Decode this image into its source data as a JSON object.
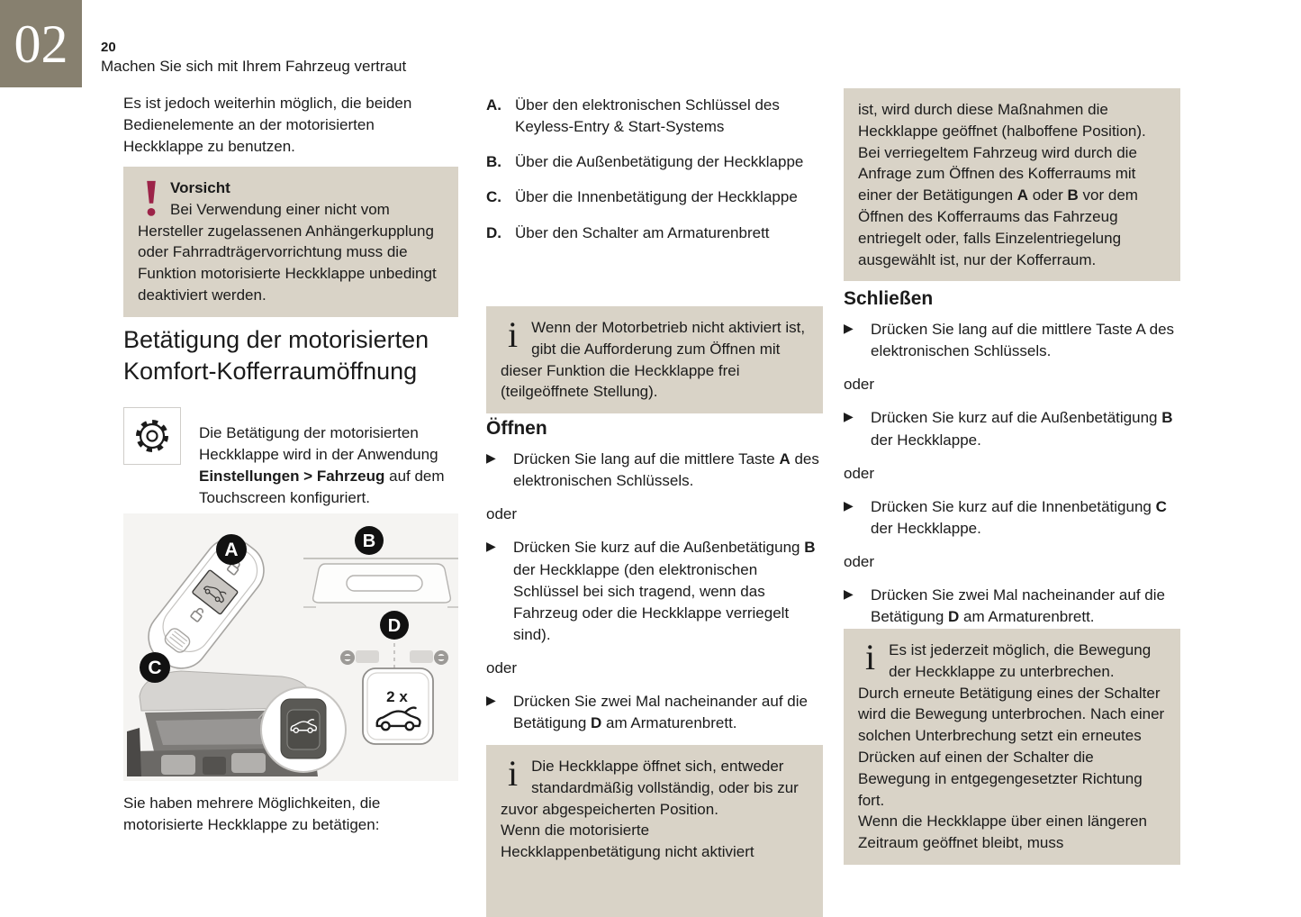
{
  "page": {
    "chapter": "02",
    "number": "20",
    "title": "Machen Sie sich mit Ihrem Fahrzeug vertraut"
  },
  "colors": {
    "chapter_bg": "#87806F",
    "box_bg": "#D9D3C7",
    "caution_icon": "#9C2348",
    "text": "#1B1B1B"
  },
  "col1": {
    "intro": "Es ist jedoch weiterhin möglich, die beiden Bedienelemente an der motorisierten Heckklappe zu benutzen.",
    "caution": {
      "title": "Vorsicht",
      "body": "Bei Verwendung einer nicht vom Hersteller zugelassenen Anhängerkupplung oder Fahrradträgervorrichtung muss die Funktion motorisierte Heckklappe unbedingt deaktiviert werden."
    },
    "section_title": "Betätigung der motorisierten Komfort-Kofferraumöffnung",
    "config": {
      "pre": "Die Betätigung der motorisierten Heckklappe wird in der Anwendung ",
      "bold": "Einstellungen > Fahrzeug",
      "post": " auf dem Touchscreen konfiguriert."
    },
    "figure": {
      "label_a": "A",
      "label_b": "B",
      "label_c": "C",
      "label_d": "D",
      "switch_label": "2 x"
    },
    "outro": "Sie haben mehrere Möglichkeiten, die motorisierte Heckklappe zu betätigen:"
  },
  "col2": {
    "options": [
      {
        "letter": "A.",
        "text": "Über den elektronischen Schlüssel des Keyless-Entry & Start-Systems"
      },
      {
        "letter": "B.",
        "text": "Über die Außenbetätigung der Heckklappe"
      },
      {
        "letter": "C.",
        "text": "Über die Innenbetätigung der Heckklappe"
      },
      {
        "letter": "D.",
        "text": "Über den Schalter am Armaturenbrett"
      }
    ],
    "info_partial_open": "Wenn der Motorbetrieb nicht aktiviert ist, gibt die Aufforderung zum Öffnen mit dieser Funktion die Heckklappe frei (teilgeöffnete Stellung).",
    "open_heading": "Öffnen",
    "or_label": "oder",
    "open_steps": [
      {
        "pre": "Drücken Sie lang auf die mittlere Taste ",
        "key": "A",
        "post": " des elektronischen Schlüssels."
      },
      {
        "pre": "Drücken Sie kurz auf die Außenbetätigung ",
        "key": "B",
        "post": " der Heckklappe (den elektronischen Schlüssel bei sich tragend, wenn das Fahrzeug oder die Heckklappe verriegelt sind)."
      },
      {
        "pre": "Drücken Sie zwei Mal nacheinander auf die Betätigung ",
        "key": "D",
        "post": " am Armaturenbrett."
      }
    ],
    "info_opening": [
      "Die Heckklappe öffnet sich, entweder standardmäßig vollständig, oder bis zur zuvor abgespeicherten Position.",
      "Wenn die motorisierte Heckklappenbetätigung nicht aktiviert"
    ]
  },
  "col3": {
    "info_continuation": {
      "s0": "ist, wird durch diese Maßnahmen die Heckklappe geöffnet (halboffene Position). Bei verriegeltem Fahrzeug wird durch die Anfrage zum Öffnen des Kofferraums mit einer der Betätigungen ",
      "b1": "A",
      "s2": " oder ",
      "b3": "B",
      "s4": " vor dem Öffnen des Kofferraums das Fahrzeug entriegelt oder, falls Einzelentriegelung ausgewählt ist, nur der Kofferraum."
    },
    "close_heading": "Schließen",
    "or_label": "oder",
    "close_steps": [
      {
        "pre": "Drücken Sie lang auf die mittlere Taste A des elektronischen Schlüssels.",
        "key": "",
        "post": ""
      },
      {
        "pre": "Drücken Sie kurz auf die Außenbetätigung ",
        "key": "B",
        "post": " der Heckklappe."
      },
      {
        "pre": "Drücken Sie kurz auf die Innenbetätigung ",
        "key": "C",
        "post": " der Heckklappe."
      },
      {
        "pre": "Drücken Sie zwei Mal nacheinander auf die Betätigung ",
        "key": "D",
        "post": " am Armaturenbrett."
      }
    ],
    "info_interrupt": [
      "Es ist jederzeit möglich, die Bewegung der Heckklappe zu unterbrechen.",
      "Durch erneute Betätigung eines der Schalter wird die Bewegung unterbrochen. Nach einer solchen Unterbrechung setzt ein erneutes Drücken auf einen der Schalter die Bewegung in entgegengesetzter Richtung fort.",
      "Wenn die Heckklappe über einen längeren Zeitraum geöffnet bleibt, muss"
    ]
  }
}
